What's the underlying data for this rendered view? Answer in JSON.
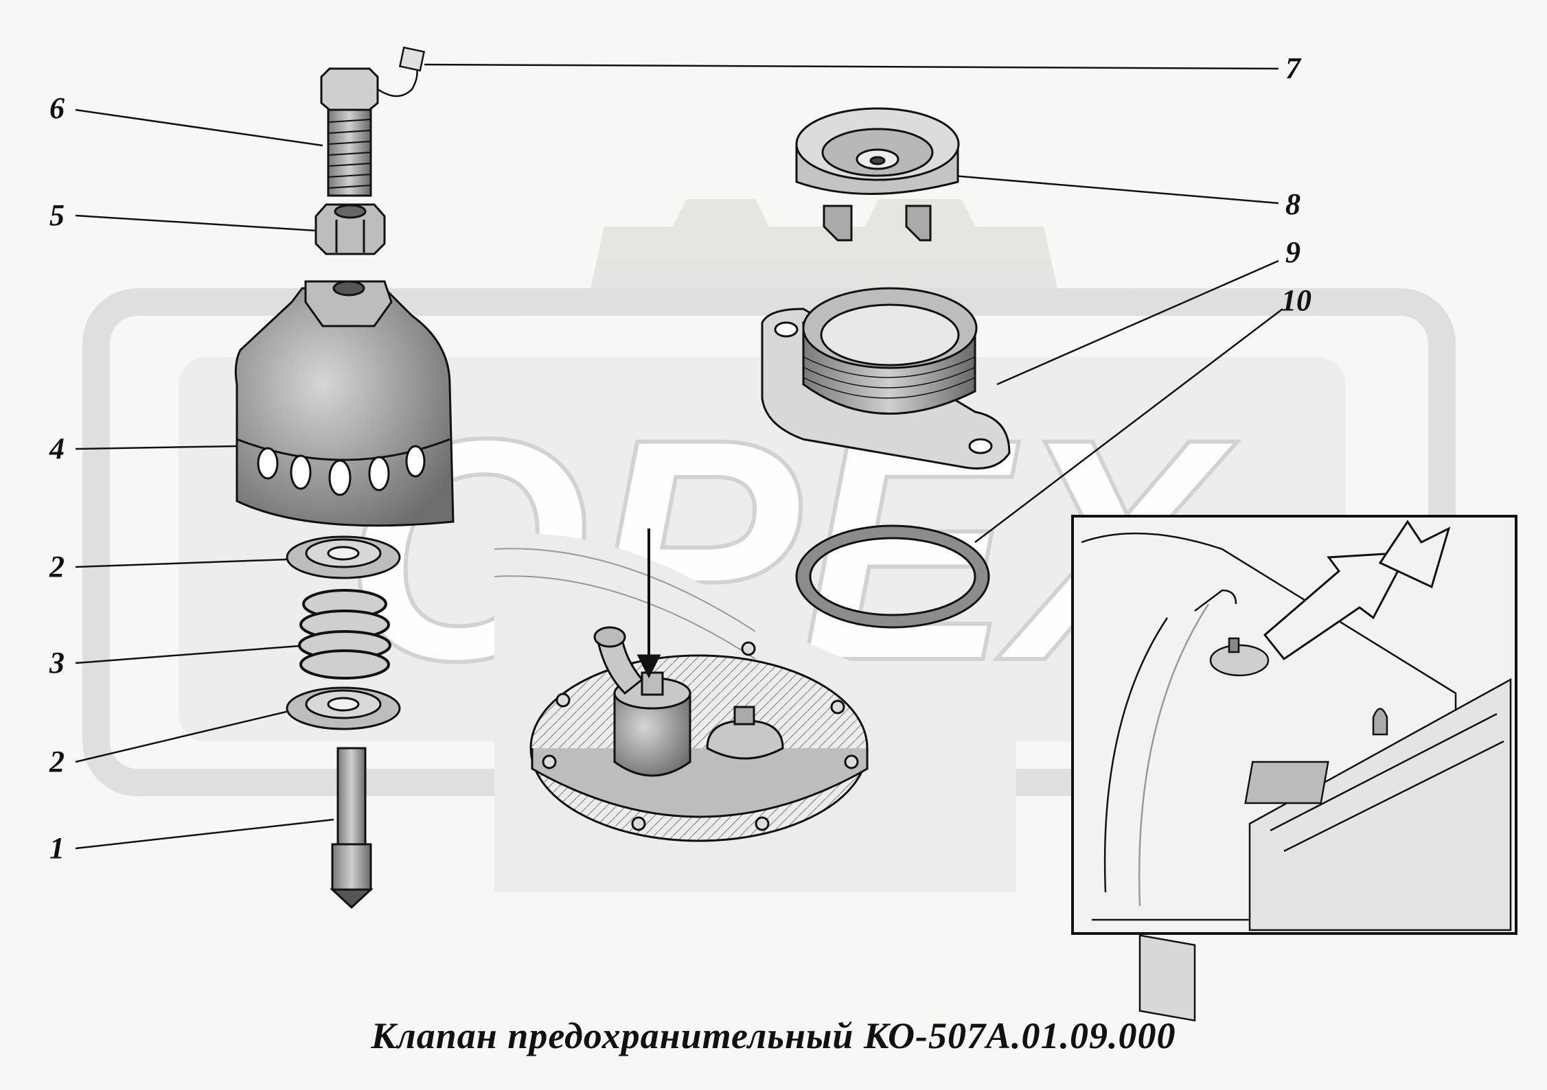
{
  "watermark": {
    "text": "OPEX",
    "color": "#d4d4d2"
  },
  "callouts": [
    {
      "id": "c6",
      "label": "6"
    },
    {
      "id": "c5",
      "label": "5"
    },
    {
      "id": "c4",
      "label": "4"
    },
    {
      "id": "c2a",
      "label": "2"
    },
    {
      "id": "c3",
      "label": "3"
    },
    {
      "id": "c2b",
      "label": "2"
    },
    {
      "id": "c1",
      "label": "1"
    },
    {
      "id": "c7",
      "label": "7"
    },
    {
      "id": "c8",
      "label": "8"
    },
    {
      "id": "c9",
      "label": "9"
    },
    {
      "id": "c10",
      "label": "10"
    }
  ],
  "caption": "Клапан предохранительный КО-507А.01.09.000",
  "colors": {
    "ink": "#111111",
    "part_fill": "#cfcfcf",
    "part_dark": "#8a8a8a",
    "background": "#f7f7f5"
  }
}
